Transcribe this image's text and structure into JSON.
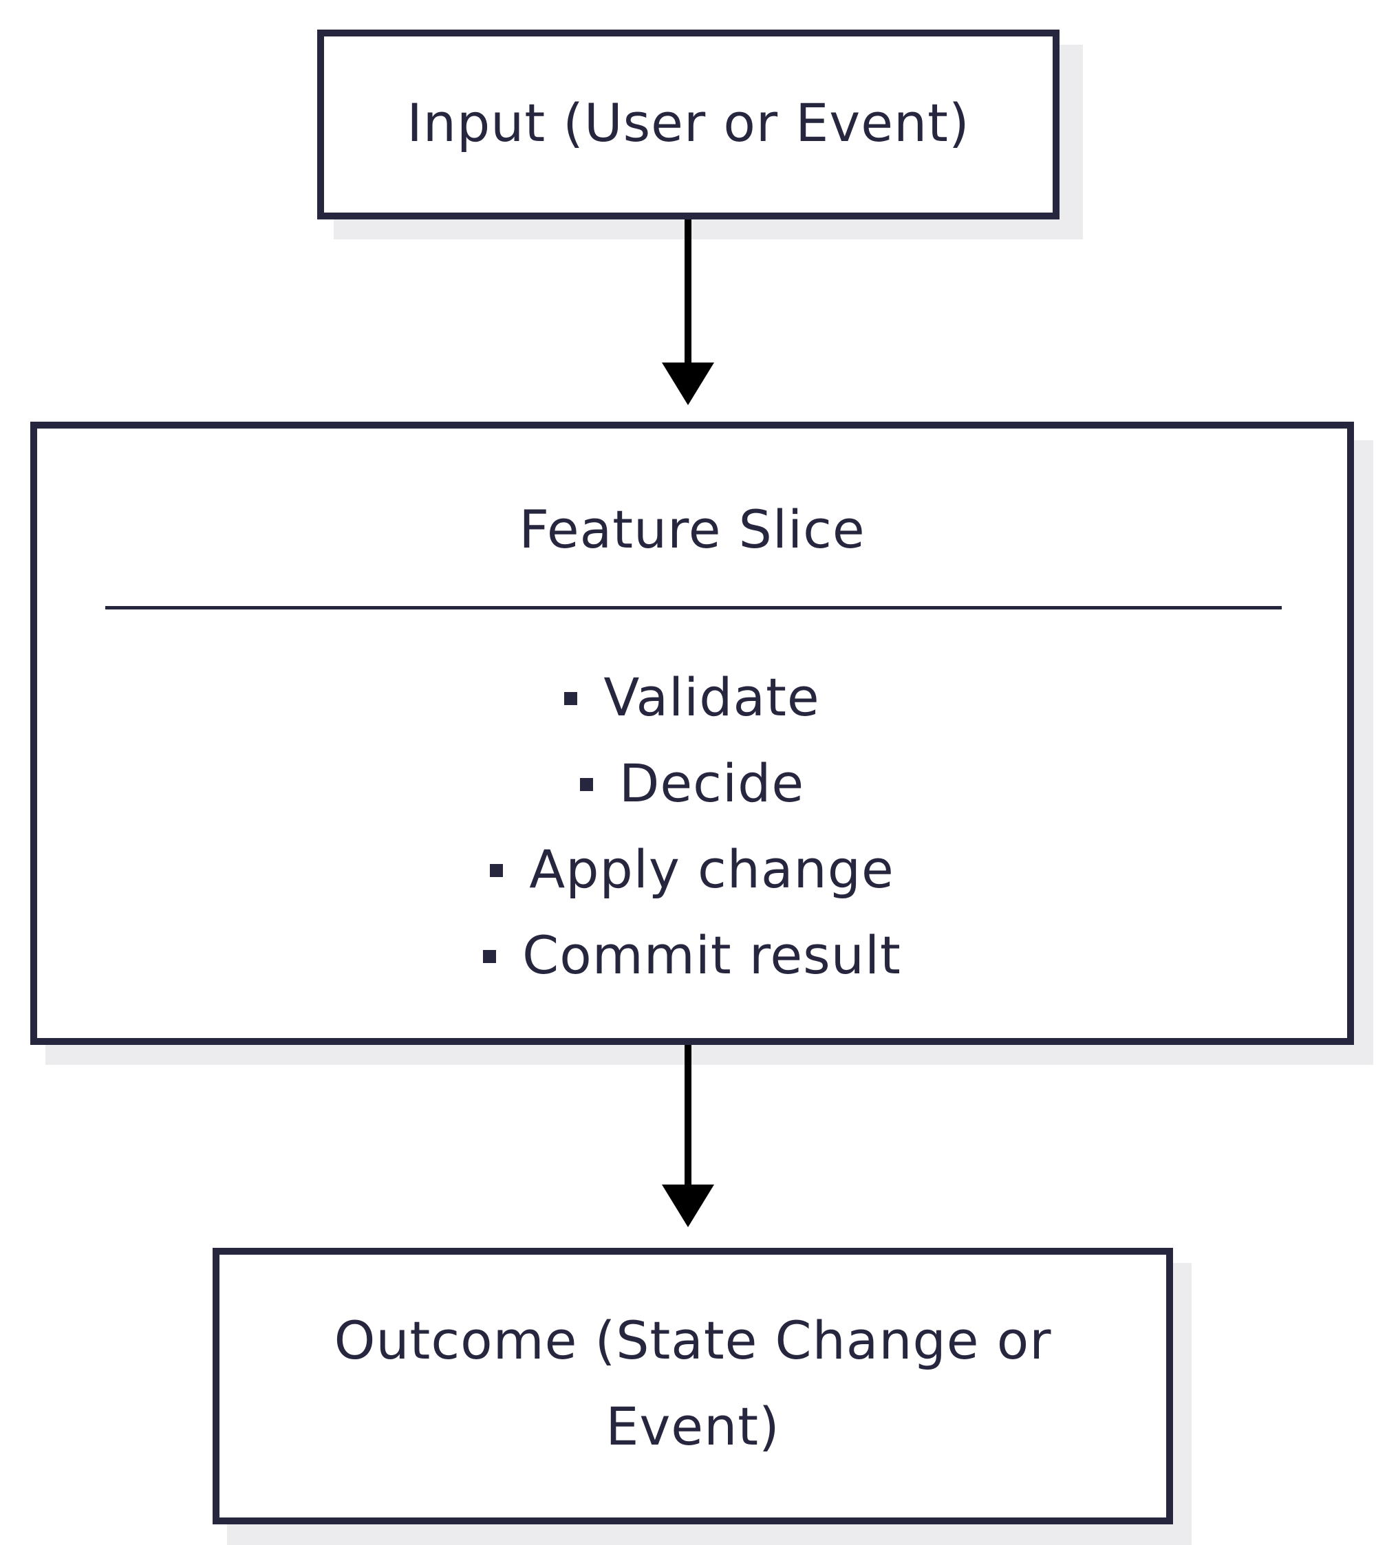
{
  "diagram": {
    "nodes": {
      "input": {
        "label": "Input (User or Event)"
      },
      "feature_slice": {
        "title": "Feature Slice",
        "items": [
          "Validate",
          "Decide",
          "Apply change",
          "Commit result"
        ]
      },
      "outcome": {
        "label": "Outcome (State Change or Event)"
      }
    },
    "edges": [
      {
        "from": "input",
        "to": "feature_slice"
      },
      {
        "from": "feature_slice",
        "to": "outcome"
      }
    ],
    "colors": {
      "stroke": "#26263f",
      "text": "#26263f",
      "arrow": "#000000",
      "shadow": "#ececef",
      "background": "#ffffff"
    }
  }
}
